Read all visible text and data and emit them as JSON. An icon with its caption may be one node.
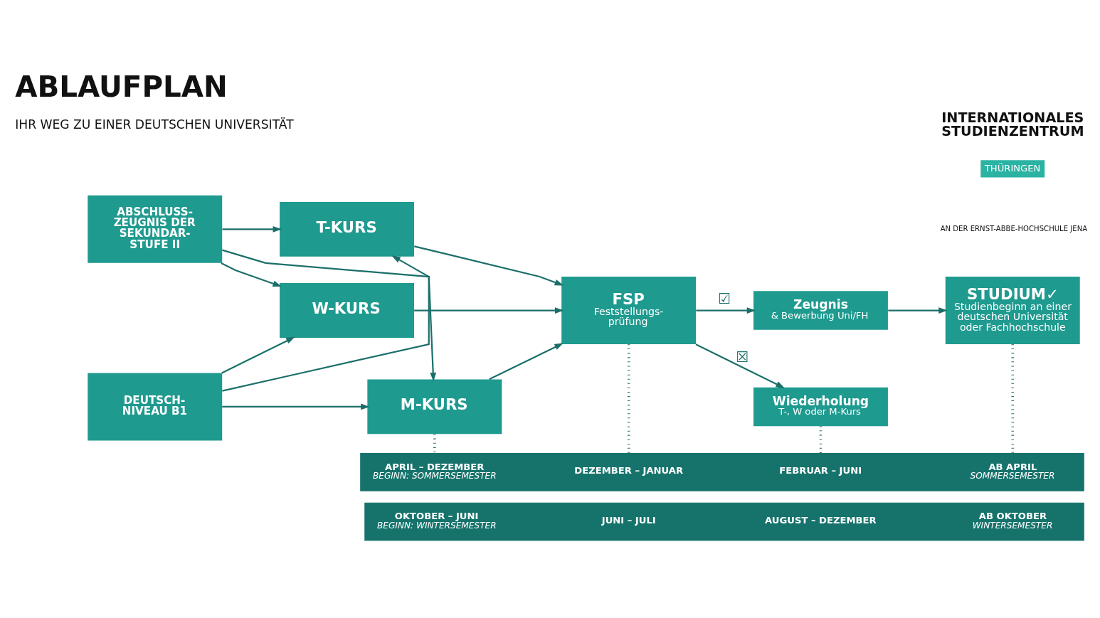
{
  "diagram": {
    "title": "ABLAUFPLAN",
    "nodes": [
      {
        "text": [
          "ABSCHLUSS- ZEUGNIS DER SEKUNDAR- STUFE II"
        ]
      },
      {
        "text": [
          "DEUTSCH- NIVEAU B1"
        ]
      },
      {
        "text": [
          "T-KURS"
        ]
      },
      {
        "text": [
          "W-KURS"
        ]
      },
      {
        "text": [
          "M-KURS"
        ]
      },
      {
        "text": [
          "FSP",
          "Feststellungs- prüfung"
        ]
      },
      {
        "text": [
          "Zeugnis",
          "& Bewerbung Uni/FH"
        ]
      },
      {
        "text": [
          "Wiederholung",
          "T-, W oder M-Kurs"
        ]
      },
      {
        "text": [
          "STUDIUM✓",
          "Studienbeginn an einer deutschen Universität oder Fachhochschule"
        ]
      },
      {
        "text": [],
        "shape": "arrow"
      },
      {
        "text": [
          "APRIL – DEZEMBER",
          "BEGINN: SOMMERSEMESTER"
        ],
        "in": 9
      },
      {
        "text": [
          "DEZEMBER – JANUAR"
        ],
        "in": 9
      },
      {
        "text": [
          "FEBRUAR – JUNI"
        ],
        "in": 9
      },
      {
        "text": [
          "AB APRIL",
          "SOMMERSEMESTER"
        ],
        "in": 9
      },
      {
        "text": [],
        "shape": "arrow"
      },
      {
        "text": [
          "OKTOBER – JUNI",
          "BEGINN: WINTERSEMESTER"
        ],
        "in": 14
      },
      {
        "text": [
          "JUNI – JULI"
        ],
        "in": 14
      },
      {
        "text": [
          "AUGUST – DEZEMBER"
        ],
        "in": 14
      },
      {
        "text": [
          "AB OKTOBER",
          "WINTERSEMESTER"
        ],
        "in": 14
      }
    ],
    "edges": [
      {
        "from": 0,
        "to": 2,
        "arrow": "to"
      },
      {
        "from": 0,
        "to": 3,
        "arrow": "to"
      },
      {
        "from": 0,
        "to": 4,
        "arrow": "to"
      },
      {
        "from": 1,
        "to": 2,
        "arrow": "to"
      },
      {
        "from": 1,
        "to": 3,
        "arrow": "to"
      },
      {
        "from": 1,
        "to": 4,
        "arrow": "to"
      },
      {
        "from": 2,
        "to": 5,
        "arrow": "to"
      },
      {
        "from": 3,
        "to": 5,
        "arrow": "to"
      },
      {
        "from": 4,
        "to": 5,
        "arrow": "to"
      },
      {
        "from": 5,
        "to": 6,
        "arrow": "to",
        "label": "☑"
      },
      {
        "from": 5,
        "to": 7,
        "arrow": "to",
        "label": "☒"
      },
      {
        "from": 6,
        "to": 8,
        "arrow": "to"
      },
      {
        "from": 4,
        "to": 10,
        "arrow": "none",
        "style": "dashed"
      },
      {
        "from": 5,
        "to": 11,
        "arrow": "none",
        "style": "dashed"
      },
      {
        "from": 7,
        "to": 12,
        "arrow": "none",
        "style": "dashed"
      },
      {
        "from": 8,
        "to": 13,
        "arrow": "none",
        "style": "dashed"
      }
    ],
    "labels": [
      "IHR WEG ZU EINER DEUTSCHEN UNIVERSITÄT",
      "INTERNATIONALES STUDIENZENTRUM",
      "THÜRINGEN",
      "AN DER ERNST-ABBE-HOCHSCHULE JENA"
    ]
  }
}
